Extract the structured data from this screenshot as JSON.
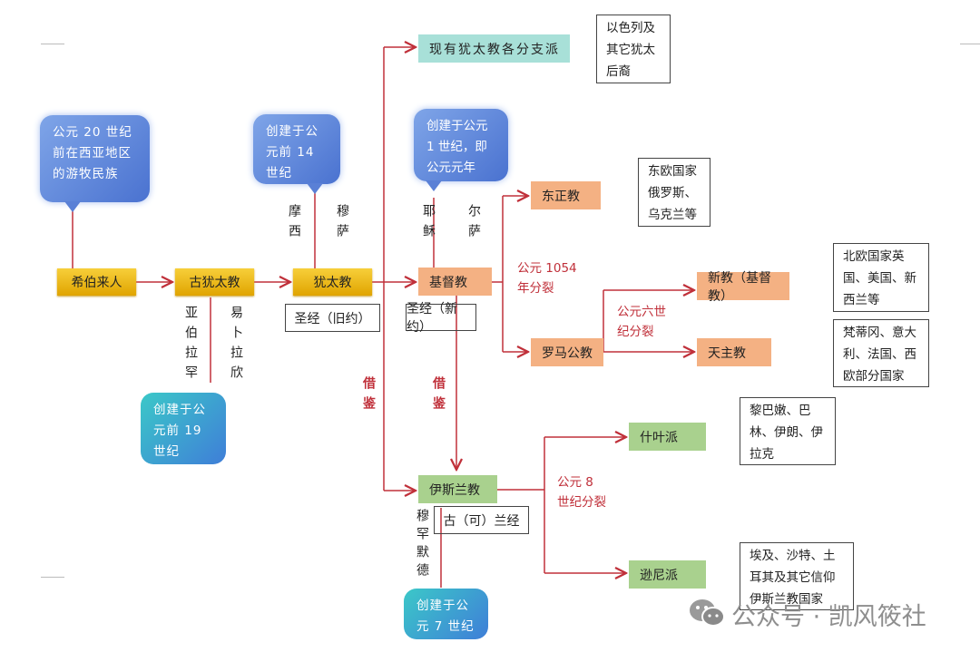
{
  "nodes": {
    "hebrews": "希伯来人",
    "ancient_judaism": "古犹太教",
    "judaism": "犹太教",
    "judaism_branches": "现有犹太教各分支派",
    "christianity": "基督教",
    "orthodox": "东正教",
    "roman_catholic": "罗马公教",
    "protestant": "新教（基督教）",
    "catholic": "天主教",
    "islam": "伊斯兰教",
    "shia": "什叶派",
    "sunni": "逊尼派"
  },
  "scriptures": {
    "old_testament": "圣经（旧约）",
    "new_testament": "圣经（新约）",
    "quran": "古（可）兰经"
  },
  "callouts": {
    "hebrews": "公元 20 世纪前在西亚地区的游牧民族",
    "judaism": "创建于公元前 14 世纪",
    "christianity": "创建于公元 1 世纪，即公元元年",
    "ancient_judaism": "创建于公元前 19 世纪",
    "islam": "创建于公元 7 世纪"
  },
  "founders": {
    "moses": "摩西",
    "musa": "穆萨",
    "abraham": "亚伯拉罕",
    "ibrahim": "易卜拉欣",
    "jesus": "耶稣",
    "isa": "尔萨",
    "muhammad": "穆罕默德"
  },
  "split_labels": {
    "schism_1054": "公元 1054 年分裂",
    "sixth_century": "公元六世纪分裂",
    "eighth_century": "公元 8 世纪分裂"
  },
  "borrow_label": "借鉴",
  "regions": {
    "judaism": "以色列及其它犹太后裔",
    "orthodox": "东欧国家俄罗斯、乌克兰等",
    "protestant": "北欧国家英国、美国、新西兰等",
    "catholic": "梵蒂冈、意大利、法国、西欧部分国家",
    "shia": "黎巴嫩、巴林、伊朗、伊拉克",
    "sunni": "埃及、沙特、土耳其及其它信仰伊斯兰教国家"
  },
  "watermark": "公众号 · 凯风筱社",
  "colors": {
    "arrow": "#c0303a",
    "gold": "#f0bc1c",
    "orange": "#f4b183",
    "green": "#a9d18e",
    "teal": "#a8e0d8"
  }
}
